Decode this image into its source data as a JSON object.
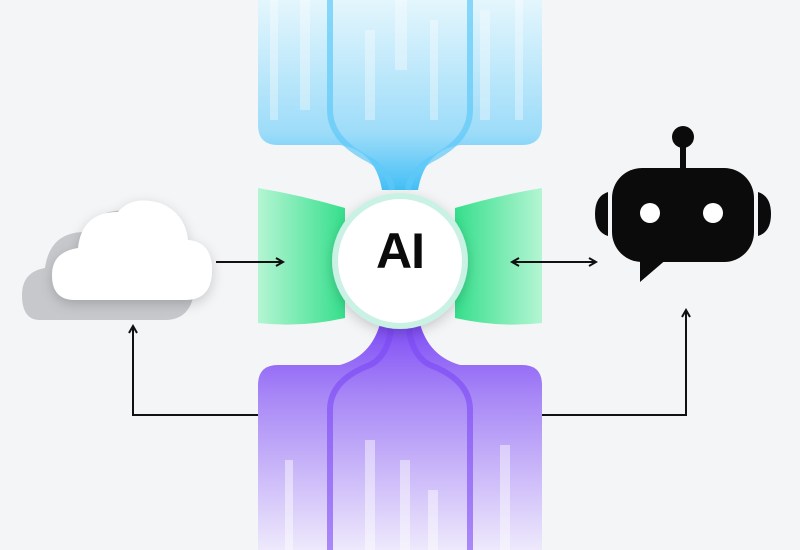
{
  "center": {
    "label": "AI"
  },
  "colors": {
    "input_stream": "#4cc3f7",
    "side_funnel": "#3ee08f",
    "output_stream": "#7b48f5",
    "background": "#f3f5f6"
  },
  "nodes": [
    {
      "id": "cloud",
      "icon": "cloud-icon"
    },
    {
      "id": "ai-core",
      "icon": "ai-circle"
    },
    {
      "id": "chatbot",
      "icon": "robot-chat-icon"
    }
  ],
  "edges": [
    {
      "from": "cloud",
      "to": "ai-core",
      "type": "arrow"
    },
    {
      "from": "ai-core",
      "to": "chatbot",
      "type": "bidirectional"
    },
    {
      "from": "output-stream",
      "to": "cloud",
      "type": "arrow"
    },
    {
      "from": "output-stream",
      "to": "chatbot",
      "type": "arrow"
    }
  ]
}
